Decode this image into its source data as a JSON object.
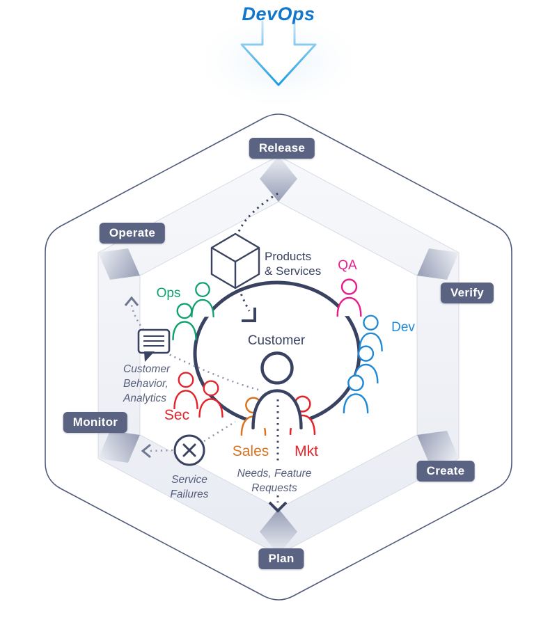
{
  "header": {
    "title": "DevOps"
  },
  "colors": {
    "accent_blue": "#1276cc",
    "badge_bg": "#5b6383",
    "navy": "#3a4262",
    "muted_slate": "#555d7b",
    "ops_green": "#0da170",
    "qa_pink": "#e81c89",
    "dev_blue": "#2089d6",
    "sec_red": "#e52228",
    "sales_orange": "#d9731f",
    "mkt_red": "#e52228"
  },
  "icons": {
    "top": "down-arrow",
    "products": "cube",
    "customer": "person-silhouette",
    "roles": "person-silhouette",
    "feedback": "speech-bubble",
    "failure": "x-circle",
    "flows": "dotted-arrow"
  },
  "cycle": {
    "stages": [
      {
        "id": "release",
        "label": "Release"
      },
      {
        "id": "verify",
        "label": "Verify"
      },
      {
        "id": "create",
        "label": "Create"
      },
      {
        "id": "plan",
        "label": "Plan"
      },
      {
        "id": "monitor",
        "label": "Monitor"
      },
      {
        "id": "operate",
        "label": "Operate"
      }
    ]
  },
  "center": {
    "customer_label": "Customer",
    "products_line1": "Products",
    "products_line2": "& Services",
    "roles": [
      {
        "id": "ops",
        "label": "Ops"
      },
      {
        "id": "qa",
        "label": "QA"
      },
      {
        "id": "dev",
        "label": "Dev"
      },
      {
        "id": "sec",
        "label": "Sec"
      },
      {
        "id": "sales",
        "label": "Sales"
      },
      {
        "id": "mkt",
        "label": "Mkt"
      }
    ],
    "annotations": {
      "behavior_line1": "Customer",
      "behavior_line2": "Behavior,",
      "behavior_line3": "Analytics",
      "failures_line1": "Service",
      "failures_line2": "Failures",
      "needs_line1": "Needs, Feature",
      "needs_line2": "Requests"
    }
  }
}
